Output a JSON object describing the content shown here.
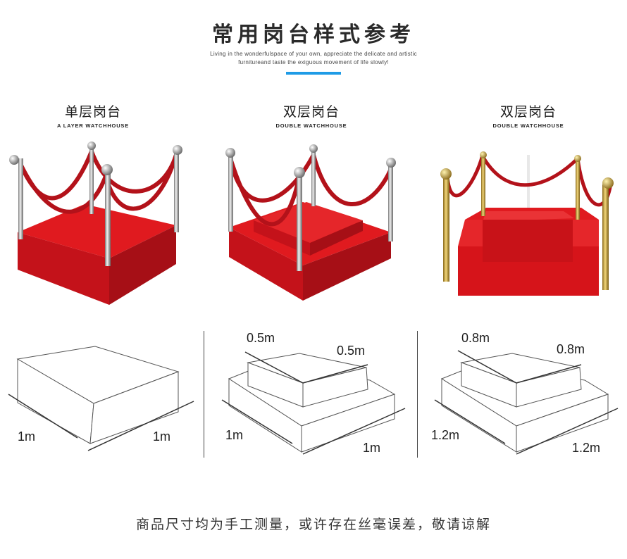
{
  "header": {
    "title": "常用岗台样式参考",
    "subtitle_line1": "Living in the wonderfulspace of your own, appreciate the delicate and artistic",
    "subtitle_line2": "furnitureand taste the exiguous movement of life slowly!",
    "accent_color": "#1e9be6"
  },
  "columns": [
    {
      "title": "单层岗台",
      "subtitle": "A LAYER WATCHHOUSE",
      "dim_left": "1m",
      "dim_right": "1m"
    },
    {
      "title": "双层岗台",
      "subtitle": "DOUBLE WATCHHOUSE",
      "dim_top_left": "0.5m",
      "dim_top_right": "0.5m",
      "dim_left": "1m",
      "dim_right": "1m"
    },
    {
      "title": "双层岗台",
      "subtitle": "DOUBLE WATCHHOUSE",
      "dim_top_left": "0.8m",
      "dim_top_right": "0.8m",
      "dim_left": "1.2m",
      "dim_right": "1.2m"
    }
  ],
  "footer": {
    "note": "商品尺寸均为手工测量，或许存在丝毫误差，敬请谅解"
  },
  "colors": {
    "carpet_red": "#d8141a",
    "post_silver": "#c9c9c9",
    "post_gold": "#c9a23a",
    "rope_red": "#b3121a"
  }
}
